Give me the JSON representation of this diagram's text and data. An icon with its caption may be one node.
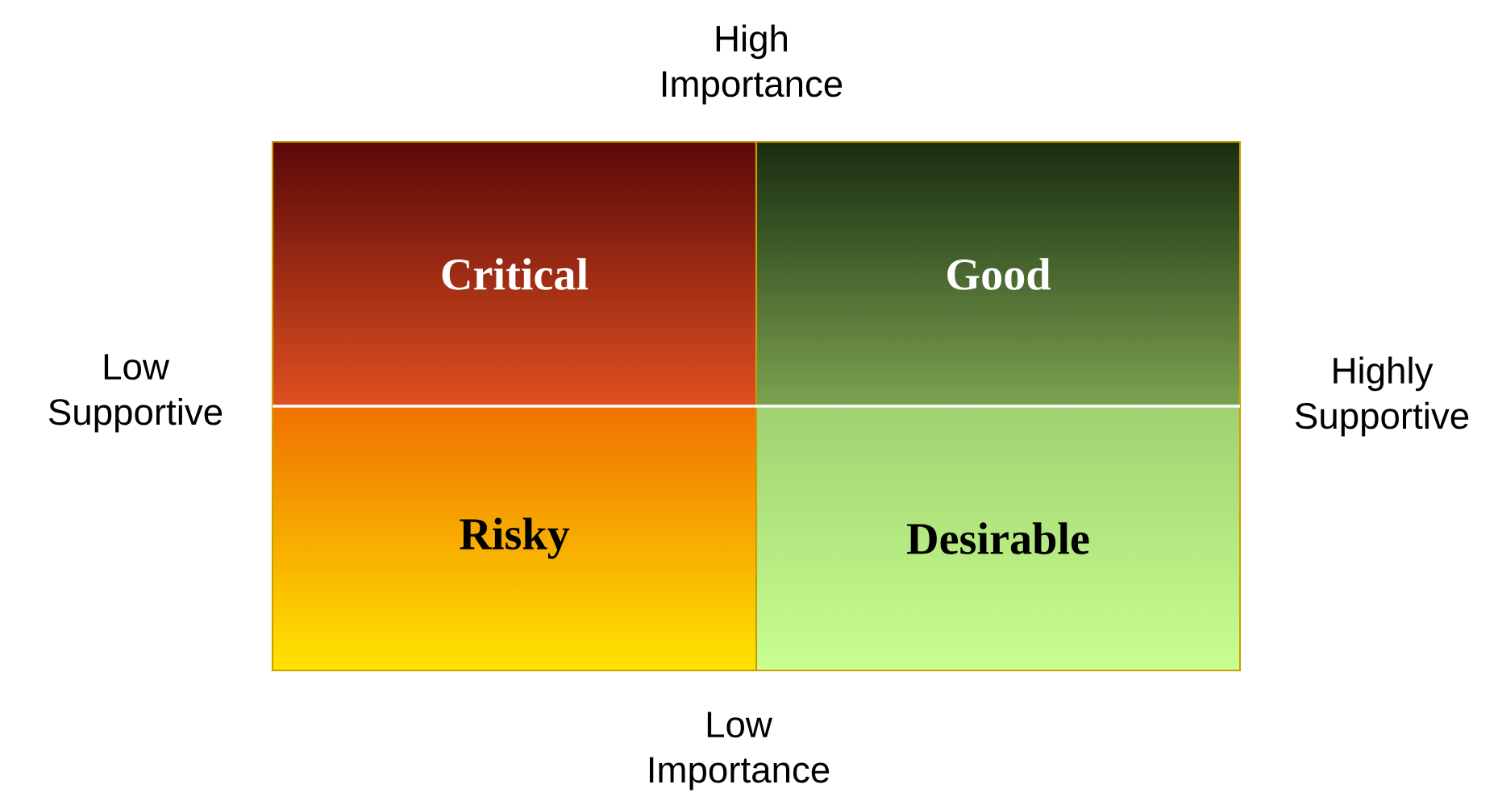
{
  "diagram": {
    "nodes": [
      {
        "text": [
          "Critical"
        ]
      },
      {
        "text": [
          "Good"
        ]
      },
      {
        "text": [
          "Risky"
        ]
      },
      {
        "text": [
          "Desirable"
        ]
      }
    ],
    "labels": [
      "High Importance",
      "Low Supportive",
      "Highly Supportive",
      "Low Importance"
    ]
  }
}
